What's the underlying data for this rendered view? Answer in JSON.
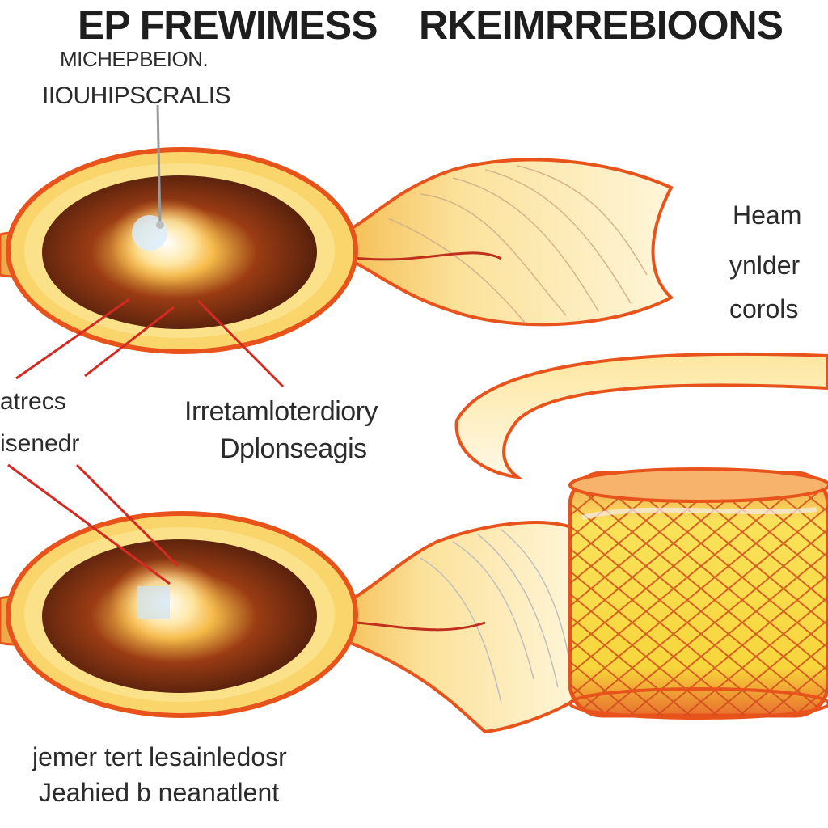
{
  "title": {
    "left": "EP FREWIMESS",
    "right": "RKEIMRREBIOONS"
  },
  "top_label": {
    "line1": "MICHEPBEION.",
    "line2": "IIOUHIPSCRALIS"
  },
  "right_labels": {
    "line1": "Heam",
    "line2": "ynlder",
    "line3": "corols"
  },
  "left_labels": {
    "line1": "atrecs",
    "line2": "isenedr"
  },
  "middle_labels": {
    "line1": "Irretamloterdiory",
    "line2": "Dplonseagis"
  },
  "bottom_labels": {
    "line1": "jemer tert  lesainledosr",
    "line2": "Jeahied b neanatlent"
  },
  "colors": {
    "outline": "#e8531c",
    "fill_yellow": "#f8d36a",
    "fill_light": "#fff1c2",
    "pupil_dark": "#6b2b12",
    "pointer_line": "#d42a24",
    "background": "#ffffff"
  }
}
